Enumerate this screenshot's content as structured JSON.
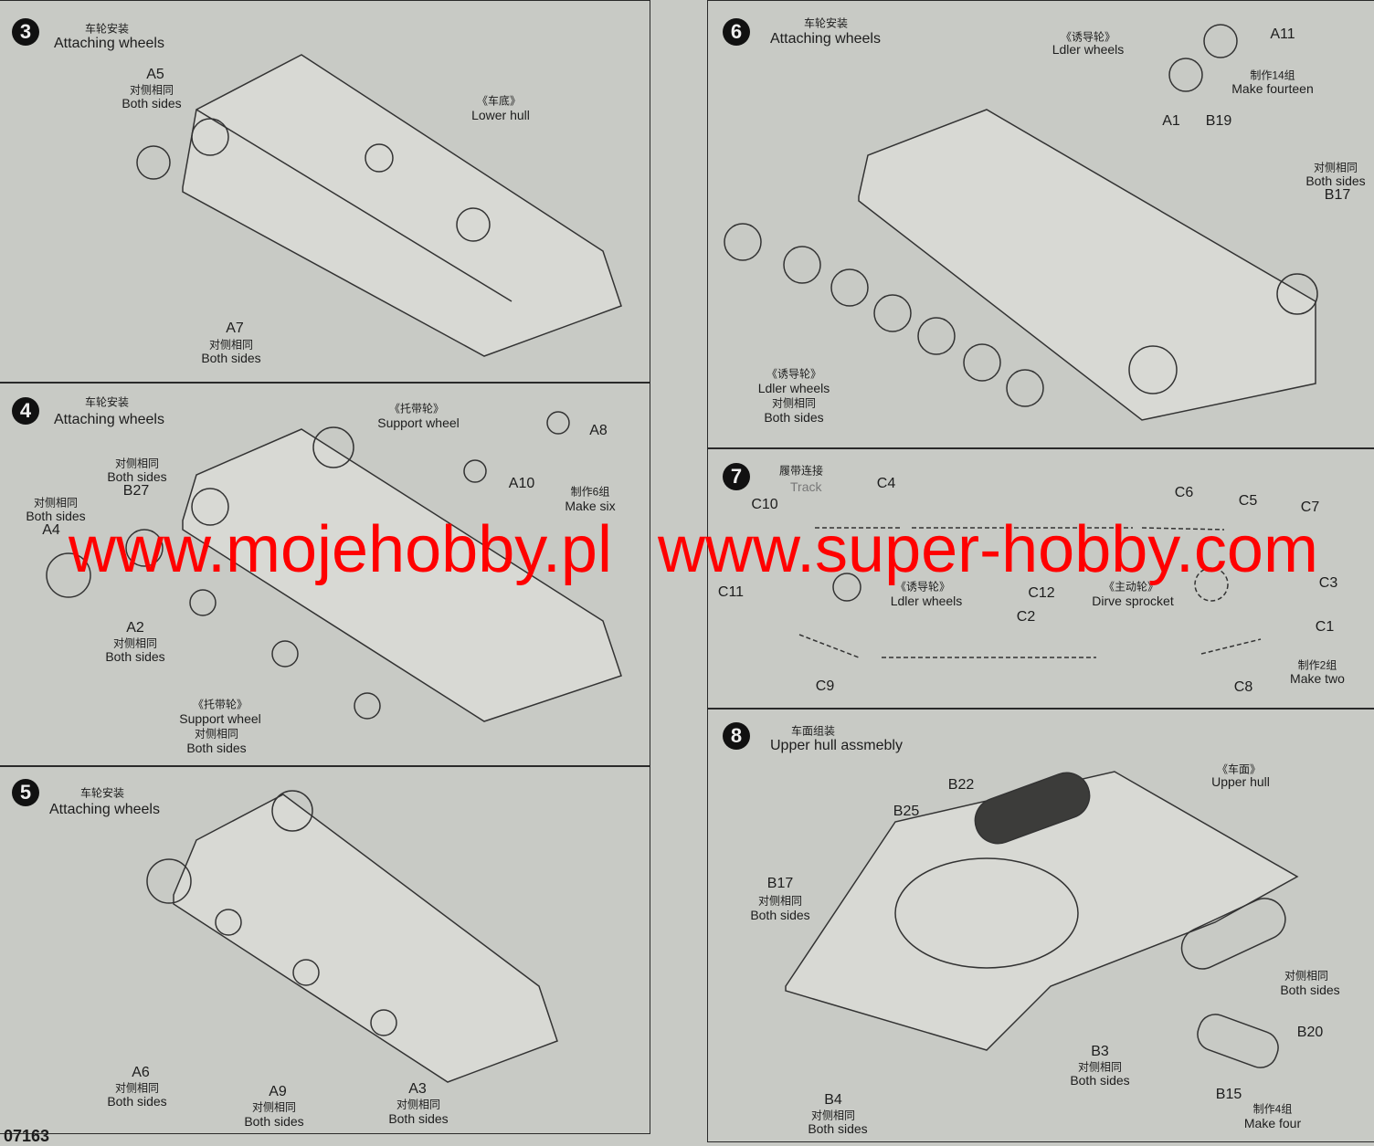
{
  "steps": [
    {
      "number": "3",
      "title_zh": "车轮安装",
      "title_en": "Attaching wheels",
      "labels": {
        "a5": "A5",
        "a5_zh": "对侧相同",
        "a5_en": "Both sides",
        "hull_zh": "《车底》",
        "hull_en": "Lower hull",
        "a7": "A7",
        "a7_zh": "对侧相同",
        "a7_en": "Both sides"
      }
    },
    {
      "number": "4",
      "title_zh": "车轮安装",
      "title_en": "Attaching wheels",
      "labels": {
        "sw_zh": "《托带轮》",
        "sw_en": "Support wheel",
        "a8": "A8",
        "a10": "A10",
        "make_zh": "制作6组",
        "make_en": "Make six",
        "b27_zh": "对侧相同",
        "b27_en": "Both sides",
        "b27": "B27",
        "a4_zh": "对侧相同",
        "a4_en": "Both sides",
        "a4": "A4",
        "a2": "A2",
        "a2_zh": "对侧相同",
        "a2_en": "Both sides",
        "sw2_zh": "《托带轮》",
        "sw2_en": "Support wheel",
        "sw2_both_zh": "对侧相同",
        "sw2_both_en": "Both sides"
      }
    },
    {
      "number": "5",
      "title_zh": "车轮安装",
      "title_en": "Attaching wheels",
      "labels": {
        "a6": "A6",
        "a6_zh": "对侧相同",
        "a6_en": "Both sides",
        "a9": "A9",
        "a9_zh": "对侧相同",
        "a9_en": "Both sides",
        "a3": "A3",
        "a3_zh": "对侧相同",
        "a3_en": "Both sides"
      }
    },
    {
      "number": "6",
      "title_zh": "车轮安装",
      "title_en": "Attaching wheels",
      "labels": {
        "idler_zh": "《诱导轮》",
        "idler_en": "Ldler wheels",
        "a11": "A11",
        "make_zh": "制作14组",
        "make_en": "Make fourteen",
        "a1": "A1",
        "b19": "B19",
        "b17_zh": "对侧相同",
        "b17_en": "Both sides",
        "b17": "B17",
        "idler2_zh": "《诱导轮》",
        "idler2_en": "Ldler wheels",
        "idler2_both_zh": "对侧相同",
        "idler2_both_en": "Both sides"
      }
    },
    {
      "number": "7",
      "title_zh": "履带连接",
      "title_en": "Track",
      "labels": {
        "c4": "C4",
        "c6": "C6",
        "c5": "C5",
        "c10": "C10",
        "c7": "C7",
        "c12": "C12",
        "c11": "C11",
        "c3": "C3",
        "idler_zh": "《诱导轮》",
        "idler_en": "Ldler wheels",
        "sprocket_zh": "《主动轮》",
        "sprocket_en": "Dirve sprocket",
        "c2": "C2",
        "c1": "C1",
        "c9": "C9",
        "c8": "C8",
        "make_zh": "制作2组",
        "make_en": "Make two"
      }
    },
    {
      "number": "8",
      "title_zh": "车面组装",
      "title_en": "Upper hull assmebly",
      "labels": {
        "hull_zh": "《车面》",
        "hull_en": "Upper hull",
        "b22": "B22",
        "b25": "B25",
        "b17": "B17",
        "b17_zh": "对侧相同",
        "b17_en": "Both sides",
        "both_zh": "对侧相同",
        "both_en": "Both sides",
        "b20": "B20",
        "b3": "B3",
        "b3_zh": "对侧相同",
        "b3_en": "Both sides",
        "b15": "B15",
        "make_zh": "制作4组",
        "make_en": "Make four",
        "b4": "B4",
        "b4_zh": "对侧相同",
        "b4_en": "Both sides"
      }
    }
  ],
  "page_code": "07163",
  "watermark": {
    "left": "www.mojehobby.pl",
    "right": "www.super-hobby.com"
  }
}
